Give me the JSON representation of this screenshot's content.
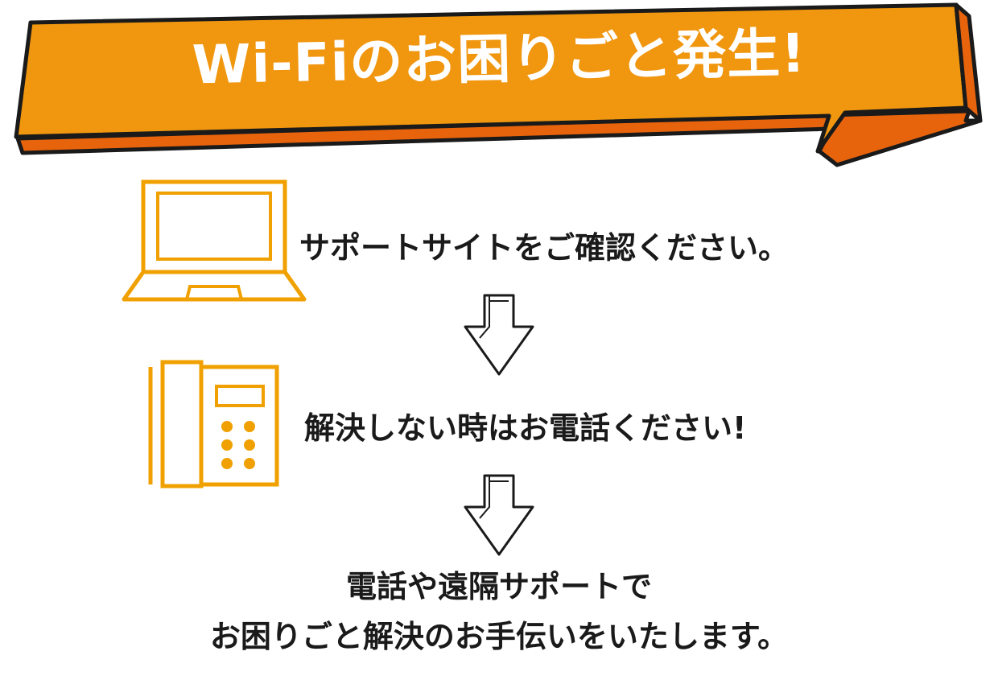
{
  "banner": {
    "title": "Wi-Fiのお困りごと発生!"
  },
  "steps": [
    {
      "text": "サポートサイトをご確認ください。",
      "icon": "laptop-icon"
    },
    {
      "text": "解決しない時はお電話ください!",
      "icon": "telephone-icon"
    }
  ],
  "final": {
    "line1": "電話や遠隔サポートで",
    "line2": "お困りごと解決のお手伝いをいたします。"
  },
  "colors": {
    "banner_orange": "#f0960f",
    "banner_shadow": "#e8640c",
    "icon_orange": "#f0a000",
    "outline": "#1a1a1a"
  }
}
